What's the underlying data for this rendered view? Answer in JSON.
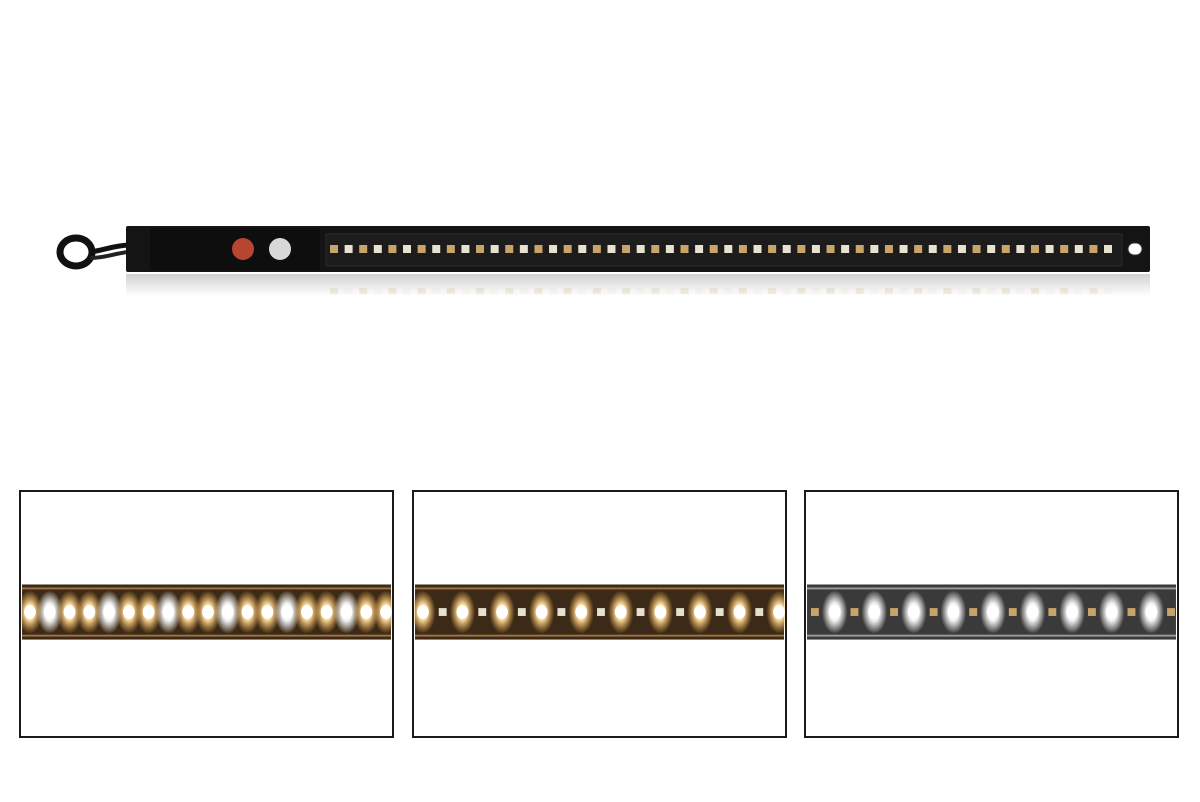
{
  "colors": {
    "background": "#ffffff",
    "housing": "#141414",
    "led_warm_off": "#c9a46a",
    "led_cool_off": "#e6e2cf",
    "button_red": "#b8452f",
    "button_white": "#d8d8d8",
    "glow_warm": "#ffb347",
    "glow_white": "#ffffff",
    "panel_border": "#1a1a1a"
  },
  "product": {
    "icons": [
      "cable-icon",
      "red-button-icon",
      "white-button-icon",
      "mount-hole-icon"
    ]
  },
  "modes": [
    {
      "id": "mixed",
      "lit": "both"
    },
    {
      "id": "warm",
      "lit": "warm"
    },
    {
      "id": "cool",
      "lit": "cool"
    }
  ]
}
